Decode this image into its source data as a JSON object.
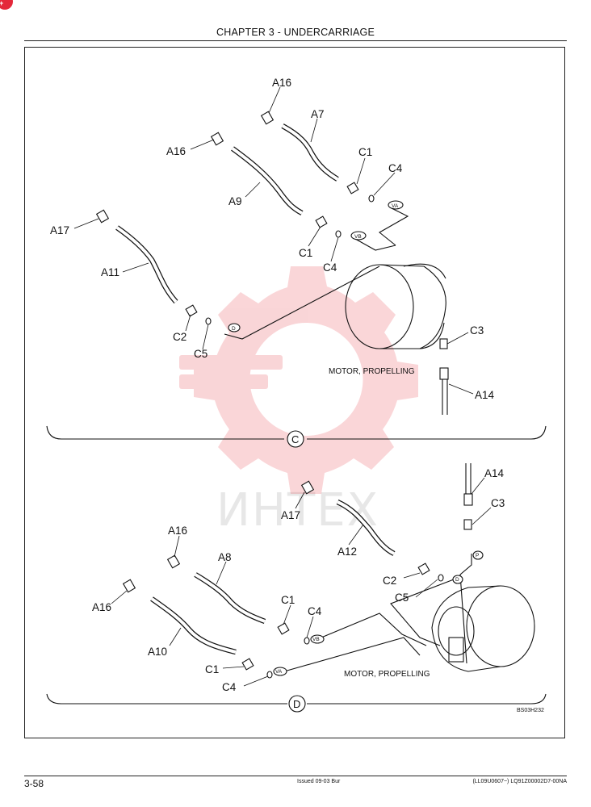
{
  "page": {
    "chapter_title": "CHAPTER 3 - UNDERCARRIAGE",
    "page_number": "3-58",
    "issue": "Issued 09-03   Bur",
    "doc_code": "(LL09U0607~)   LQ91Z00002D7-00NA",
    "figure_code": "BS03H232"
  },
  "watermark": {
    "text": "ИНТЕХ",
    "color": "#e8454f",
    "badge_color": "#e4283a"
  },
  "top_view": {
    "view_label": "C",
    "motor_label": "MOTOR, PROPELLING",
    "labels": {
      "A16a": "A16",
      "A7": "A7",
      "A16b": "A16",
      "C1a": "C1",
      "C4a": "C4",
      "A9": "A9",
      "A17": "A17",
      "A11": "A11",
      "C1b": "C1",
      "C4b": "C4",
      "C2": "C2",
      "C5": "C5",
      "C3": "C3",
      "A14": "A14"
    },
    "ports": {
      "VA": "VA",
      "VB": "VB",
      "D": "D"
    }
  },
  "bottom_view": {
    "view_label": "D",
    "motor_label": "MOTOR, PROPELLING",
    "labels": {
      "A14": "A14",
      "A17": "A17",
      "C3": "C3",
      "A16a": "A16",
      "A12": "A12",
      "A8": "A8",
      "C2": "C2",
      "C5": "C5",
      "C1a": "C1",
      "C4a": "C4",
      "A16b": "A16",
      "A10": "A10",
      "C1b": "C1",
      "C4b": "C4"
    },
    "ports": {
      "P": "P",
      "D": "D",
      "VB": "VB",
      "VA": "VA"
    }
  }
}
